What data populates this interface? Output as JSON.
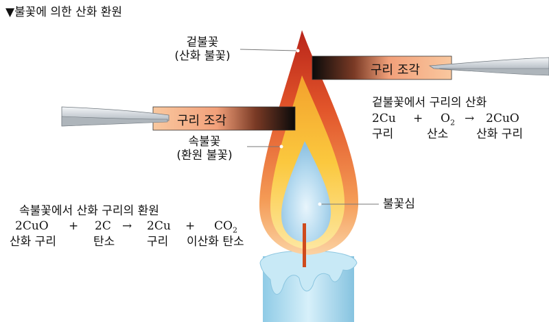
{
  "title": "▼불꽃에 의한 산화 환원",
  "outer_flame": {
    "line1": "겉불꽃",
    "line2": "(산화 불꽃)"
  },
  "inner_flame": {
    "line1": "속불꽃",
    "line2": "(환원 불꽃)"
  },
  "flame_core": "불꽃심",
  "copper_piece_label": "구리 조각",
  "oxidation": {
    "heading": "겉불꽃에서 구리의 산화",
    "equation": {
      "r1": "2Cu",
      "plus": "+",
      "r2_base": "O",
      "r2_sub": "2",
      "arrow": "→",
      "p1": "2CuO"
    },
    "names": {
      "r1": "구리",
      "r2": "산소",
      "p1": "산화 구리"
    }
  },
  "reduction": {
    "heading": "속불꽃에서 산화 구리의 환원",
    "equation": {
      "r1": "2CuO",
      "plus1": "+",
      "r2": "2C",
      "arrow": "→",
      "p1": "2Cu",
      "plus2": "+",
      "p2_base": "CO",
      "p2_sub": "2"
    },
    "names": {
      "r1": "산화 구리",
      "r2": "탄소",
      "p1": "구리",
      "p2": "이산화 탄소"
    }
  },
  "colors": {
    "outer_flame_top": "#d8331c",
    "outer_flame_bottom": "#f6a25a",
    "inner_flame": "#f8c23a",
    "core": "#a9d2ea",
    "candle": "#a8d9ee",
    "wick": "#cf4a1c",
    "copper_strip_light": "#f8b88a",
    "copper_strip_dark": "#101010"
  }
}
